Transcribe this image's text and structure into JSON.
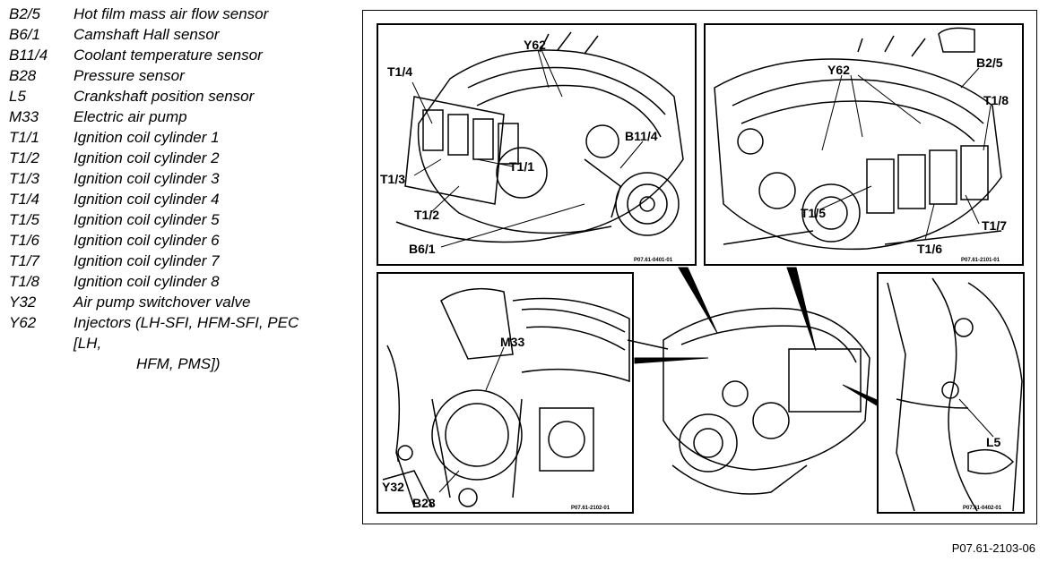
{
  "legend": [
    {
      "code": "B2/5",
      "desc": "Hot film mass air flow sensor"
    },
    {
      "code": "B6/1",
      "desc": "Camshaft Hall sensor"
    },
    {
      "code": "B11/4",
      "desc": "Coolant temperature sensor"
    },
    {
      "code": "B28",
      "desc": "Pressure sensor"
    },
    {
      "code": "L5",
      "desc": "Crankshaft position sensor"
    },
    {
      "code": "M33",
      "desc": "Electric air pump"
    },
    {
      "code": "T1/1",
      "desc": "Ignition coil cylinder 1"
    },
    {
      "code": "T1/2",
      "desc": "Ignition coil cylinder 2"
    },
    {
      "code": "T1/3",
      "desc": "Ignition coil cylinder 3"
    },
    {
      "code": "T1/4",
      "desc": "Ignition coil cylinder 4"
    },
    {
      "code": "T1/5",
      "desc": "Ignition coil cylinder 5"
    },
    {
      "code": "T1/6",
      "desc": "Ignition coil cylinder 6"
    },
    {
      "code": "T1/7",
      "desc": "Ignition coil cylinder 7"
    },
    {
      "code": "T1/8",
      "desc": "Ignition coil cylinder 8"
    },
    {
      "code": "Y32",
      "desc": "Air pump switchover valve"
    },
    {
      "code": "Y62",
      "desc": "Injectors (LH-SFI, HFM-SFI, PEC"
    }
  ],
  "legend_continuation": [
    "[LH,",
    "HFM, PMS])"
  ],
  "panels": {
    "top_left": {
      "labels": {
        "y62": "Y62",
        "t1_4": "T1/4",
        "b11_4": "B11/4",
        "t1_1": "T1/1",
        "t1_3": "T1/3",
        "t1_2": "T1/2",
        "b6_1": "B6/1"
      },
      "ref": "P07.61-0401-01"
    },
    "top_right": {
      "labels": {
        "y62": "Y62",
        "b2_5": "B2/5",
        "t1_8": "T1/8",
        "t1_5": "T1/5",
        "t1_7": "T1/7",
        "t1_6": "T1/6"
      },
      "ref": "P07.61-2101-01"
    },
    "bottom_left": {
      "labels": {
        "m33": "M33",
        "y32": "Y32",
        "b28": "B28"
      },
      "ref": "P07.61-2102-01"
    },
    "bottom_right": {
      "labels": {
        "l5": "L5"
      },
      "ref": "P07.61-0402-01"
    }
  },
  "figure_ref": "P07.61-2103-06"
}
